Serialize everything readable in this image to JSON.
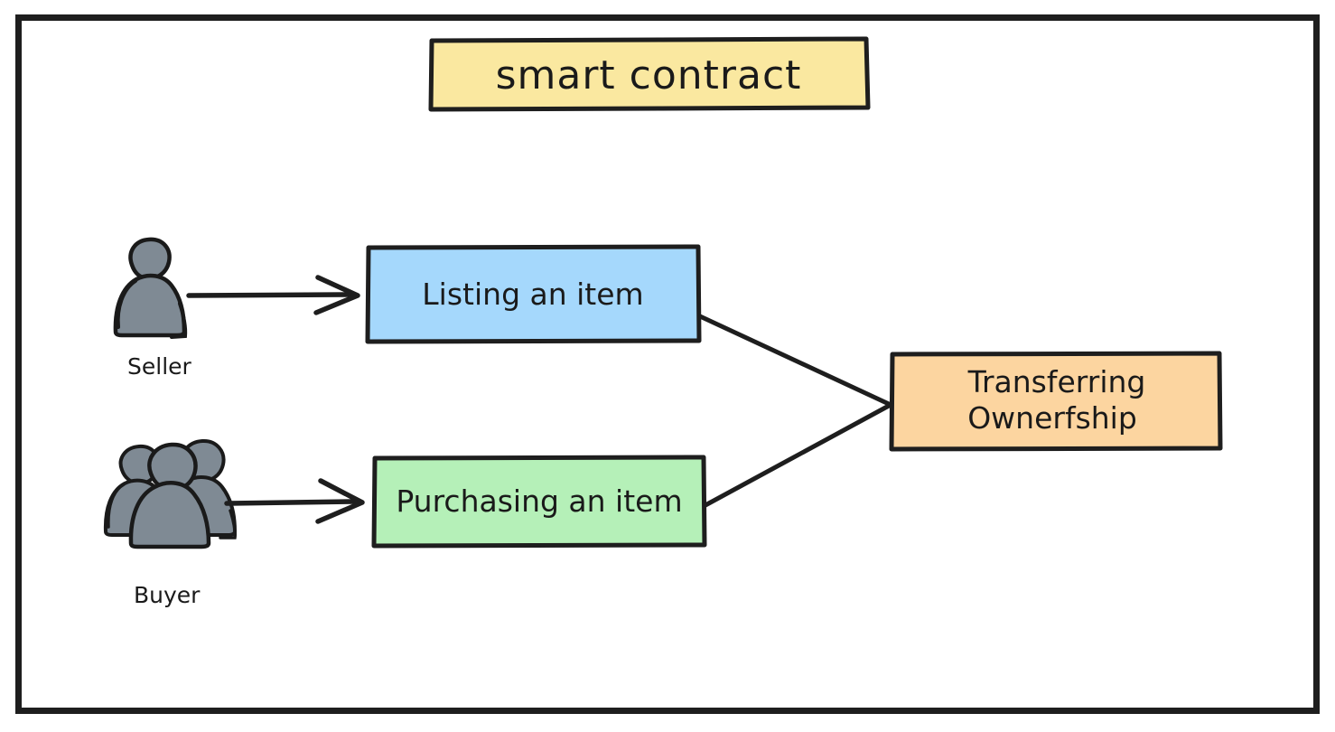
{
  "diagram": {
    "title": "smart contract",
    "frame": {
      "border_color": "#1e1e1e"
    },
    "colors": {
      "title_box": "#fae8a0",
      "listing_box": "#a5d8fc",
      "purchasing_box": "#b5f0b8",
      "transfer_box": "#fcd5a0",
      "stroke": "#1e1e1e",
      "person_fill": "#7f8a94",
      "background": "#ffffff"
    },
    "actors": [
      {
        "id": "seller",
        "label": "Seller",
        "icon": "single-person-icon"
      },
      {
        "id": "buyer",
        "label": "Buyer",
        "icon": "group-of-people-icon"
      }
    ],
    "nodes": [
      {
        "id": "listing",
        "label": "Listing an item",
        "color": "#a5d8fc"
      },
      {
        "id": "purchasing",
        "label": "Purchasing an item",
        "color": "#b5f0b8"
      },
      {
        "id": "transfer",
        "label_line1": "Transferring",
        "label_line2": "Ownerfship",
        "color": "#fcd5a0"
      }
    ],
    "edges": [
      {
        "from": "seller",
        "to": "listing",
        "style": "arrow"
      },
      {
        "from": "buyer",
        "to": "purchasing",
        "style": "arrow"
      },
      {
        "from": "listing",
        "to": "transfer",
        "style": "line"
      },
      {
        "from": "purchasing",
        "to": "transfer",
        "style": "line"
      }
    ]
  }
}
